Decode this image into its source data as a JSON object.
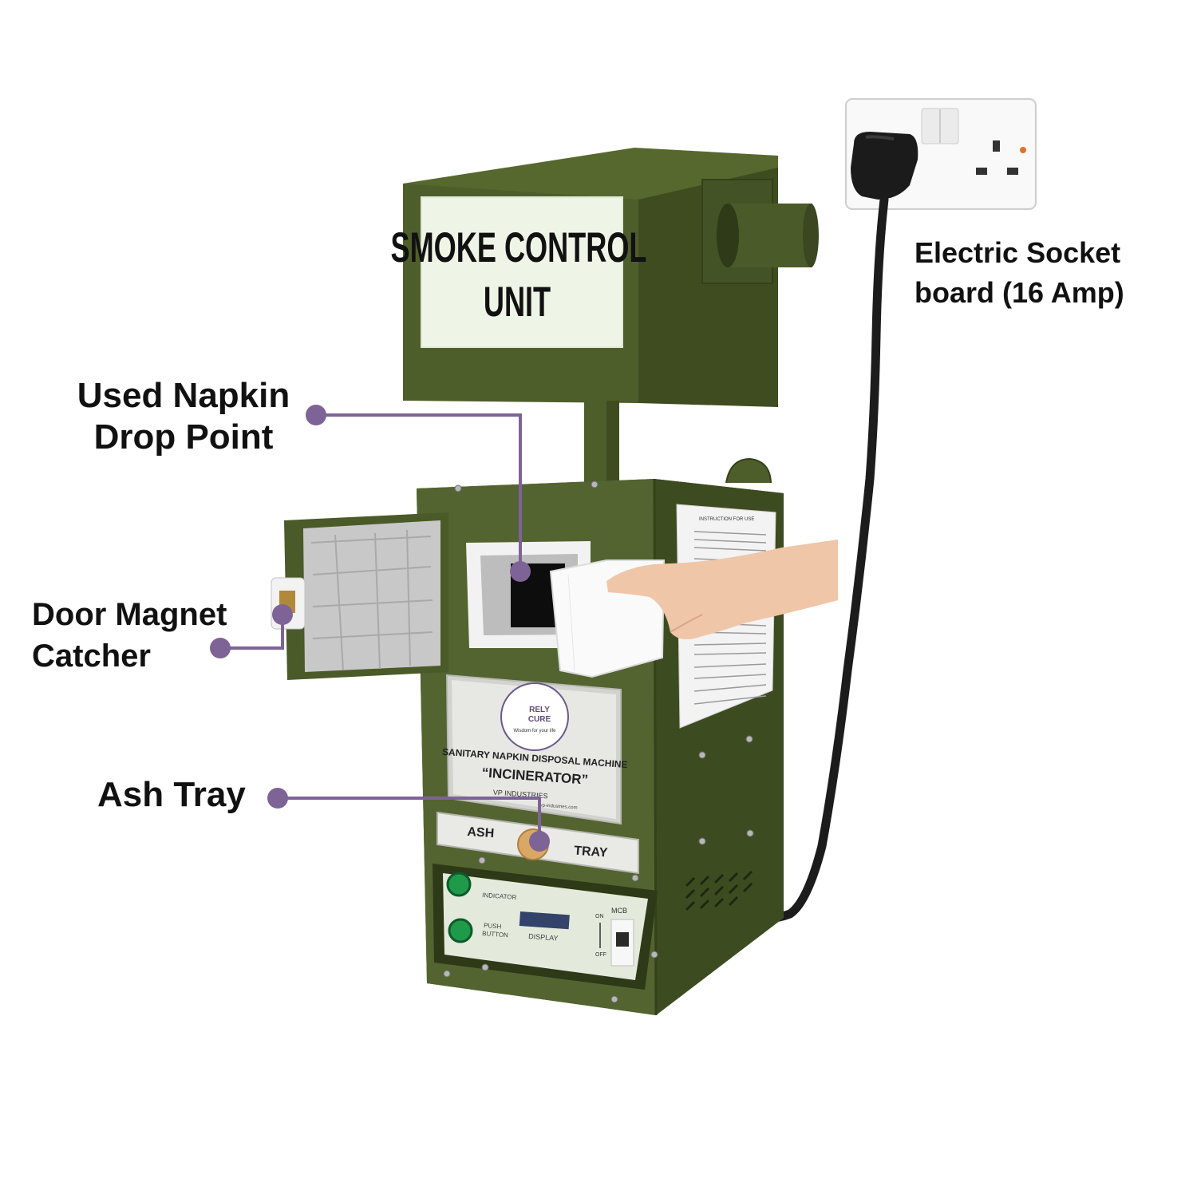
{
  "colors": {
    "machine_body": "#4e5e2b",
    "machine_dark": "#3c4a1f",
    "machine_light": "#66773a",
    "label_panel": "#eef5e6",
    "callout_line": "#7e6396",
    "callout_dot": "#7e6396",
    "text": "#111111"
  },
  "callouts": {
    "napkin_drop": {
      "line1": "Used Napkin",
      "line2": "Drop Point"
    },
    "door_magnet": {
      "line1": "Door Magnet",
      "line2": "Catcher"
    },
    "ash_tray": {
      "line1": "Ash Tray"
    },
    "socket": {
      "line1": "Electric Socket",
      "line2": "board (16 Amp)"
    }
  },
  "smoke_unit_sign": {
    "line1": "SMOKE CONTROL",
    "line2": "UNIT"
  },
  "brand_plate": {
    "logo_line1": "RELY",
    "logo_line2": "CURE",
    "tagline": "Wisdom for your life",
    "title": "SANITARY NAPKIN DISPOSAL MACHINE",
    "subtitle": "“INCINERATOR”",
    "maker": "VP INDUSTRIES",
    "website": "vp-industries.com"
  },
  "ash_tray_label": {
    "left": "ASH",
    "right": "TRAY"
  },
  "control_panel": {
    "indicator": "INDICATOR",
    "push_button_1": "PUSH",
    "push_button_2": "BUTTON",
    "display": "DISPLAY",
    "mcb": "MCB",
    "on": "ON",
    "off": "OFF"
  },
  "instruction_card": {
    "title": "INSTRUCTION FOR USE"
  }
}
